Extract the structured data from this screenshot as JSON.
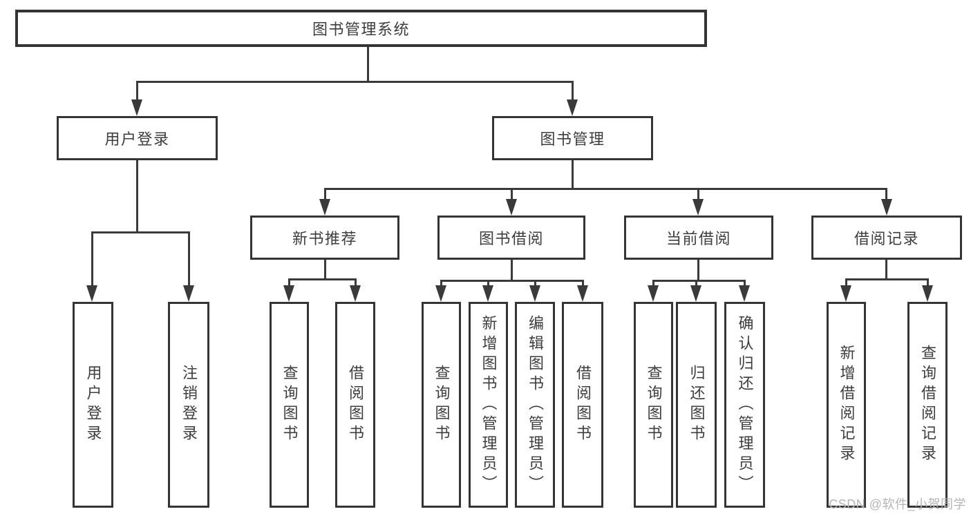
{
  "diagram": {
    "title": "图书管理系统",
    "nodes": [
      {
        "id": "root",
        "label": "图书管理系统",
        "parent": null
      },
      {
        "id": "user-login",
        "label": "用户登录",
        "parent": "root"
      },
      {
        "id": "book-management",
        "label": "图书管理",
        "parent": "root"
      },
      {
        "id": "user-login-leaf",
        "label": "用户登录",
        "parent": "user-login"
      },
      {
        "id": "logout",
        "label": "注销登录",
        "parent": "user-login"
      },
      {
        "id": "new-book-recommend",
        "label": "新书推荐",
        "parent": "book-management"
      },
      {
        "id": "book-borrowing",
        "label": "图书借阅",
        "parent": "book-management"
      },
      {
        "id": "current-borrowing",
        "label": "当前借阅",
        "parent": "book-management"
      },
      {
        "id": "borrowing-records",
        "label": "借阅记录",
        "parent": "book-management"
      },
      {
        "id": "query-books-1",
        "label": "查询图书",
        "parent": "new-book-recommend"
      },
      {
        "id": "borrow-books-1",
        "label": "借阅图书",
        "parent": "new-book-recommend"
      },
      {
        "id": "query-books-2",
        "label": "查询图书",
        "parent": "book-borrowing"
      },
      {
        "id": "add-books-admin",
        "label": "新增图书（管理员）",
        "parent": "book-borrowing"
      },
      {
        "id": "edit-books-admin",
        "label": "编辑图书（管理员）",
        "parent": "book-borrowing"
      },
      {
        "id": "borrow-books-2",
        "label": "借阅图书",
        "parent": "book-borrowing"
      },
      {
        "id": "query-books-3",
        "label": "查询图书",
        "parent": "current-borrowing"
      },
      {
        "id": "return-books",
        "label": "归还图书",
        "parent": "current-borrowing"
      },
      {
        "id": "confirm-return-admin",
        "label": "确认归还（管理员）",
        "parent": "current-borrowing"
      },
      {
        "id": "add-borrow-record",
        "label": "新增借阅记录",
        "parent": "borrowing-records"
      },
      {
        "id": "query-borrow-record",
        "label": "查询借阅记录",
        "parent": "borrowing-records"
      }
    ]
  },
  "watermark": {
    "text": "CSDN @软件_小贺同学"
  },
  "colors": {
    "line": "#3a3a3a",
    "border": "#343434",
    "text": "#3d3d3d",
    "watermark": "#b5b5b5",
    "background": "#ffffff"
  }
}
